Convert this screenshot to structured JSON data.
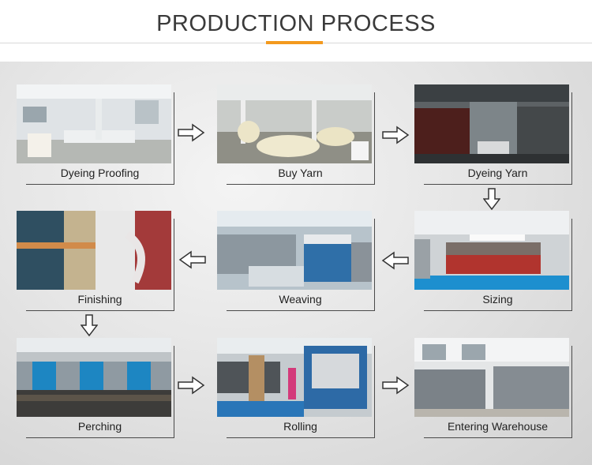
{
  "header": {
    "title": "PRODUCTION PROCESS"
  },
  "steps": [
    {
      "label": "Dyeing Proofing"
    },
    {
      "label": "Buy Yarn"
    },
    {
      "label": "Dyeing Yarn"
    },
    {
      "label": "Sizing"
    },
    {
      "label": "Weaving"
    },
    {
      "label": "Finishing"
    },
    {
      "label": "Perching"
    },
    {
      "label": "Rolling"
    },
    {
      "label": "Entering Warehouse"
    }
  ],
  "colors": {
    "accent": "#f39a1e",
    "title": "#3a3a3a"
  }
}
